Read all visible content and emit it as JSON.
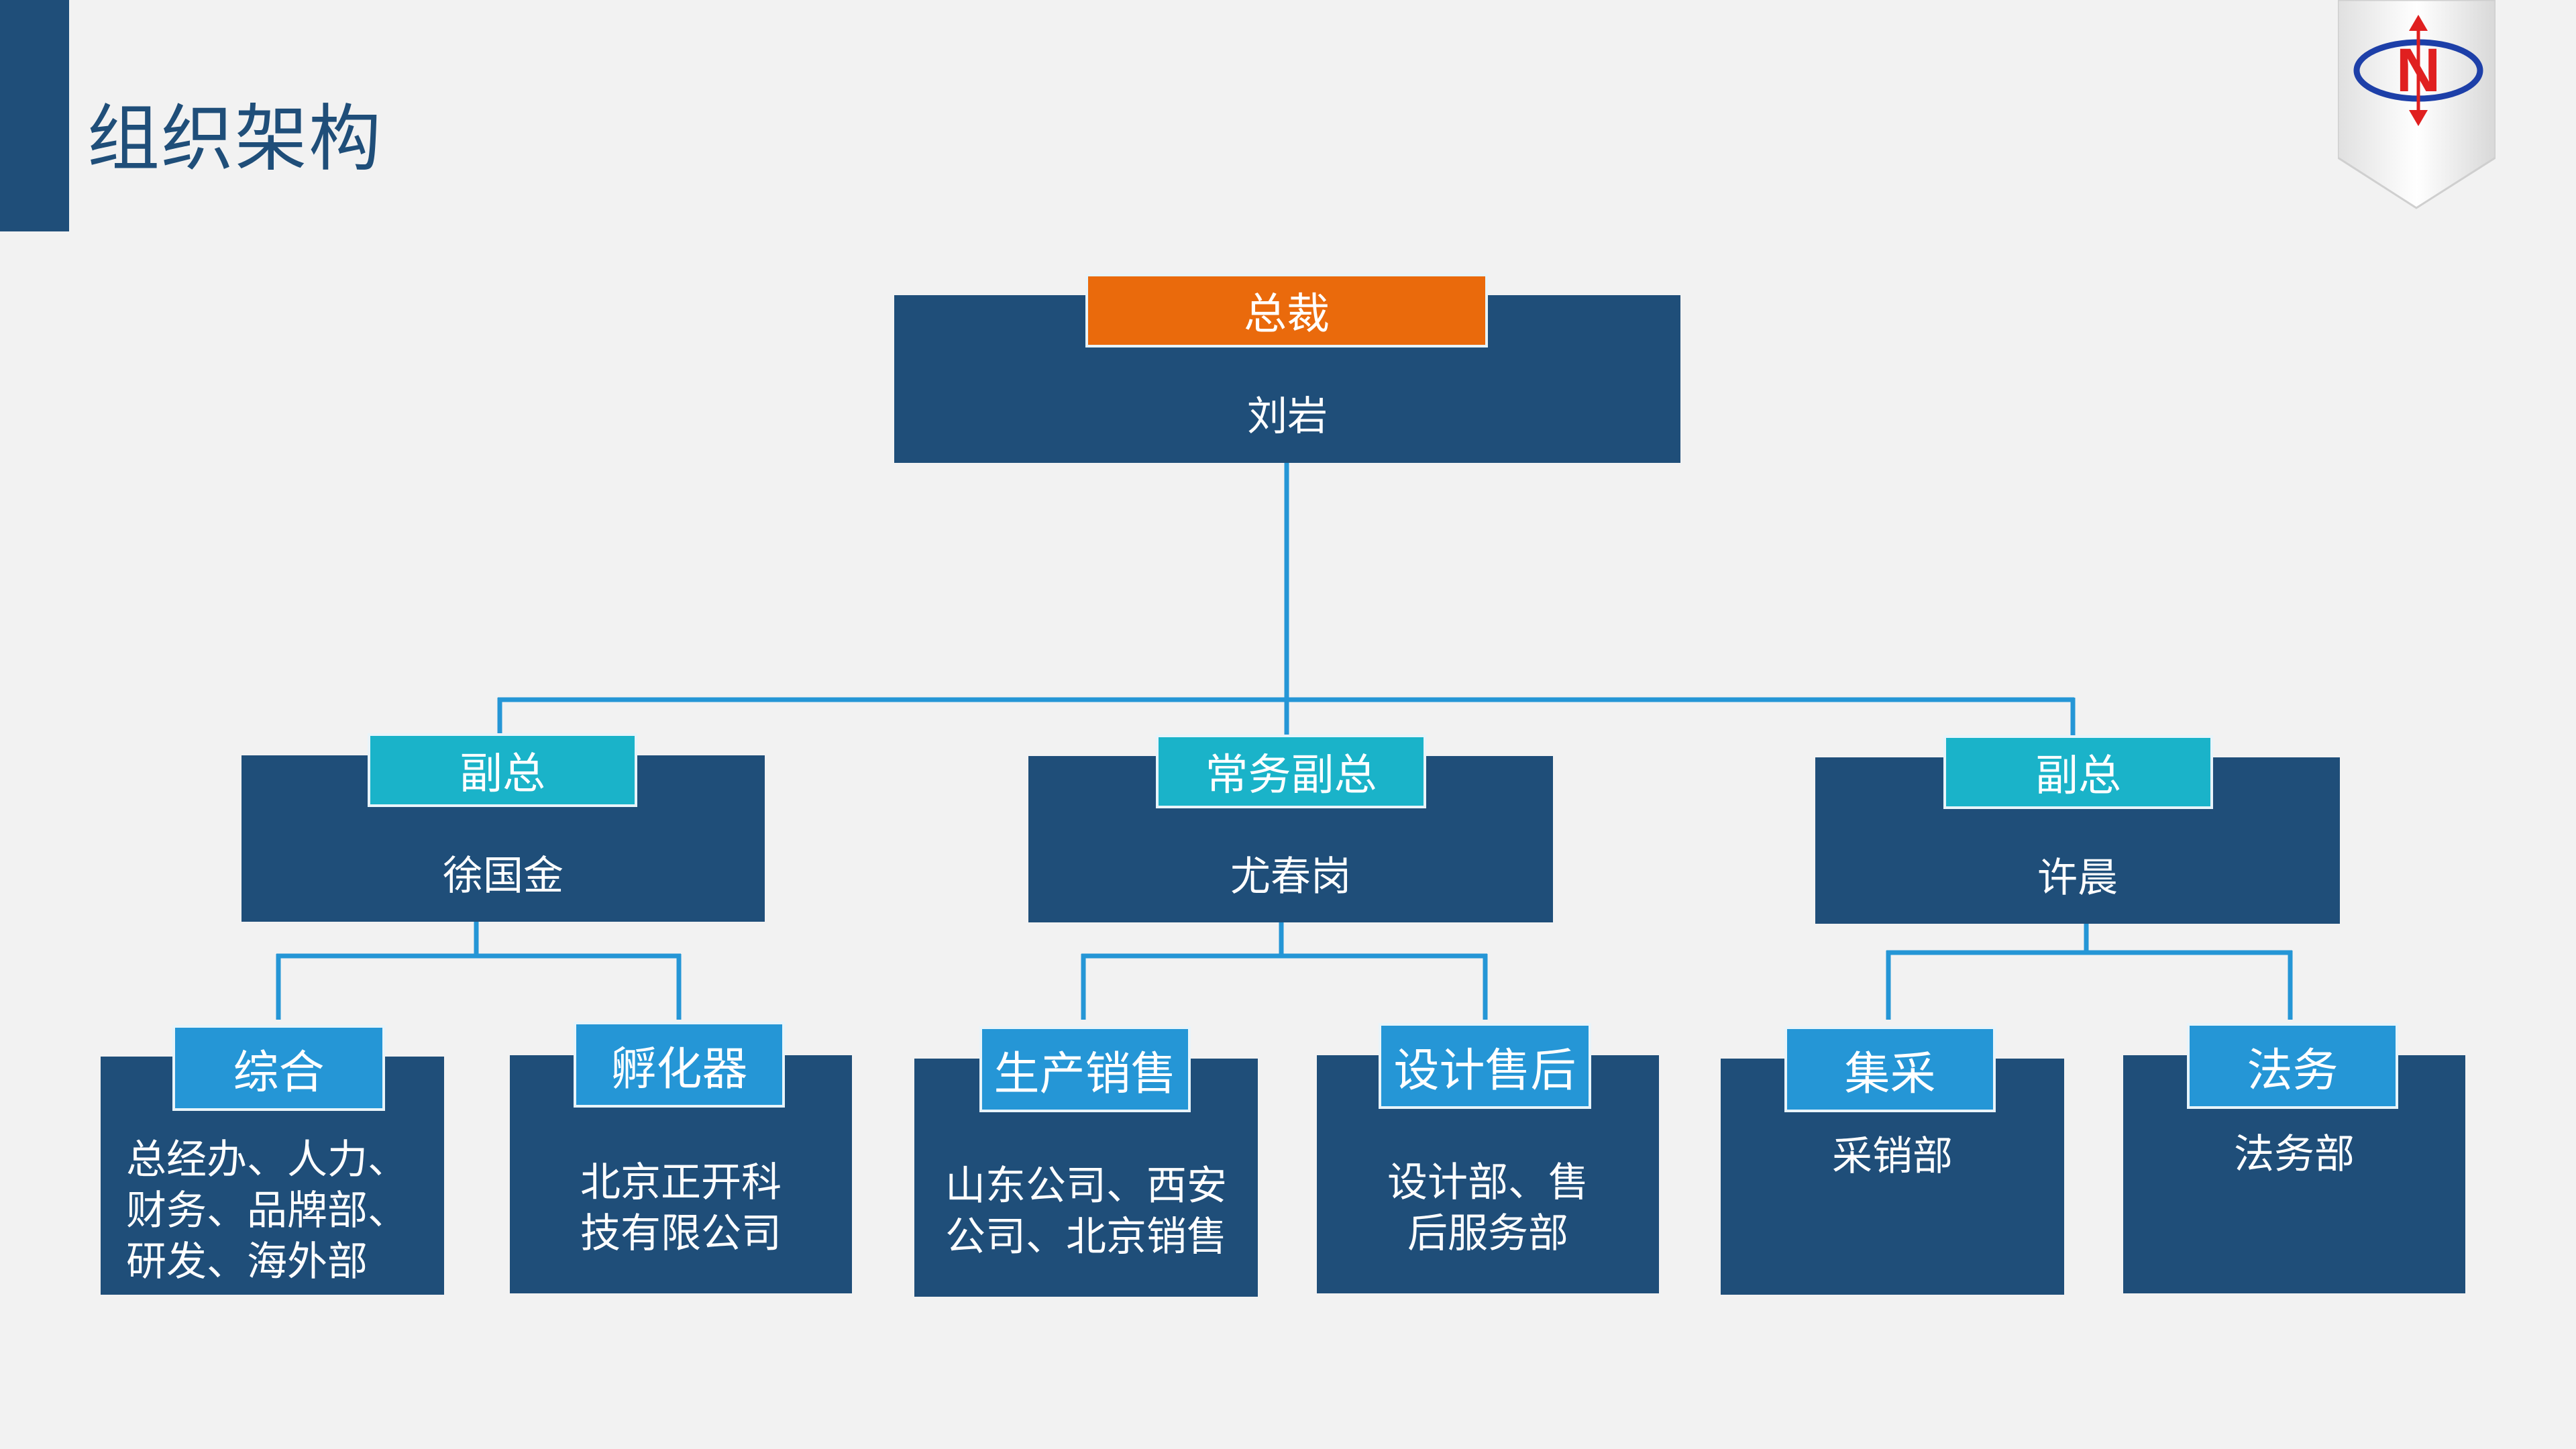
{
  "page": {
    "title": "组织架构"
  },
  "colors": {
    "navy": "#1f4e79",
    "orange": "#ea6a0c",
    "teal": "#1ab3c9",
    "blue": "#2596d6",
    "connector": "#2596d6",
    "background": "#f2f2f2"
  },
  "logo": {
    "letter": "N",
    "icon": "company-logo-icon"
  },
  "president": {
    "role": "总裁",
    "name": "刘岩"
  },
  "vice_presidents": [
    {
      "role": "副总",
      "name": "徐国金"
    },
    {
      "role": "常务副总",
      "name": "尤春岗"
    },
    {
      "role": "副总",
      "name": "许晨"
    }
  ],
  "departments": [
    {
      "label": "综合",
      "content": [
        "总经办、人力、",
        "财务、品牌部、",
        "研发、海外部"
      ]
    },
    {
      "label": "孵化器",
      "content": [
        "北京正开科",
        "技有限公司"
      ]
    },
    {
      "label": "生产销售",
      "content": [
        "山东公司、西安",
        "公司、北京销售"
      ]
    },
    {
      "label": "设计售后",
      "content": [
        "设计部、售",
        "后服务部"
      ]
    },
    {
      "label": "集采",
      "content": [
        "采销部"
      ]
    },
    {
      "label": "法务",
      "content": [
        "法务部"
      ]
    }
  ]
}
